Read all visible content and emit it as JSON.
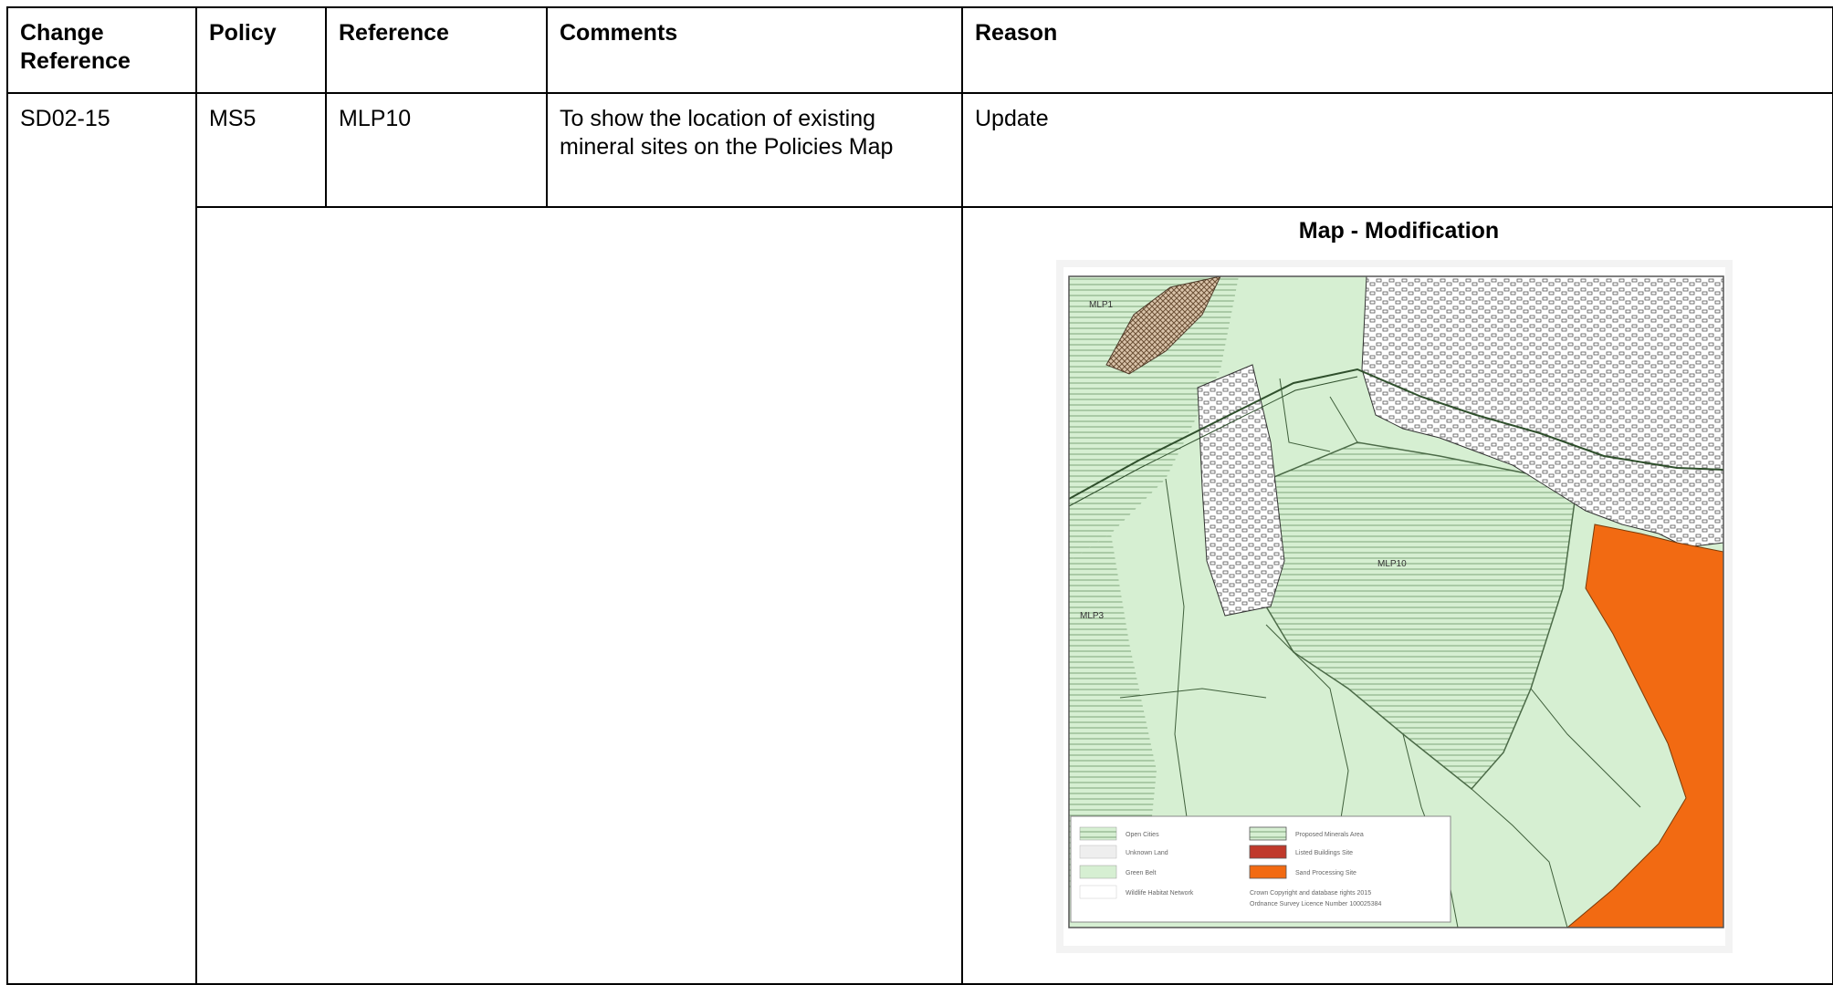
{
  "table": {
    "headers": {
      "change_reference": "Change Reference",
      "policy": "Policy",
      "reference": "Reference",
      "comments": "Comments",
      "reason": "Reason"
    },
    "row": {
      "change_reference": "SD02-15",
      "policy": "MS5",
      "reference": "MLP10",
      "comments": "To show the location of existing mineral sites on the Policies Map",
      "reason": "Update"
    },
    "map_title": "Map - Modification"
  },
  "map": {
    "labels": [
      "MLP1",
      "MLP10",
      "MLP3"
    ],
    "legend": [
      "Open Cities",
      "Unknown Land",
      "Green Belt",
      "Wildlife Habitat Network",
      "Proposed Minerals Area",
      "Listed Buildings Site",
      "Sand Processing Site",
      "Crown Copyright and database rights 2015",
      "Ordnance Survey Licence Number 100025384"
    ],
    "colors": {
      "green": "#d6efd2",
      "hatch": "#8fb28a",
      "orange": "#f26a12",
      "urban": "#ffffff",
      "crosshatch": "#b7916e",
      "red": "#c0392b"
    }
  }
}
